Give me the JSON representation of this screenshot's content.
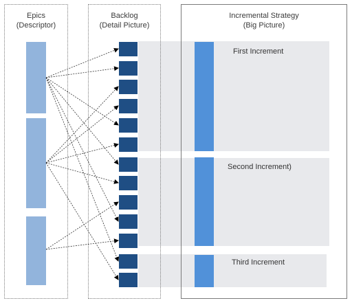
{
  "columns": {
    "epics": {
      "line1": "Epics",
      "line2": "(Descriptor)"
    },
    "backlog": {
      "line1": "Backlog",
      "line2": "(Detail Picture)"
    },
    "strategy": {
      "line1": "Incremental Strategy",
      "line2": "(Big Picture)"
    }
  },
  "increments": [
    {
      "label": "First Increment"
    },
    {
      "label": "Second Increment)"
    },
    {
      "label": "Third Increment"
    }
  ],
  "colors": {
    "epic": "#92b4dc",
    "story": "#1f4e84",
    "increment_bar": "#5191d9",
    "band": "#e8e9ec",
    "frame": "#7a7a7a"
  }
}
